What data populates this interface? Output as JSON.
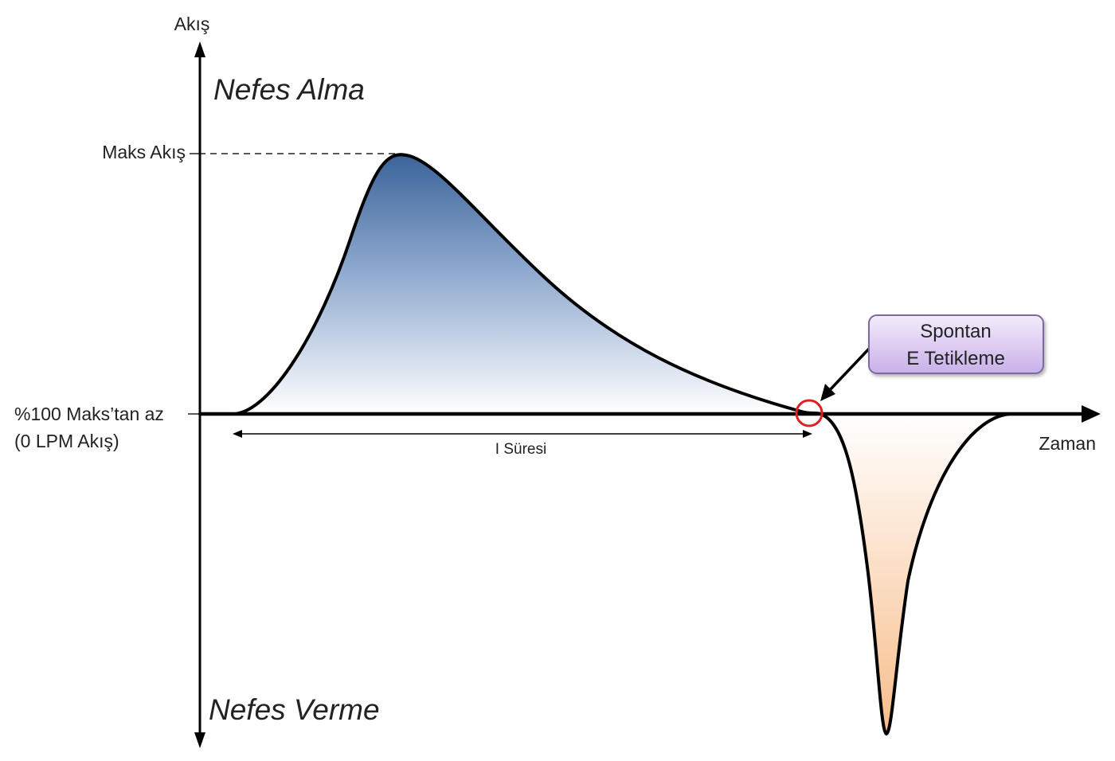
{
  "y_axis_label": "Akış",
  "x_axis_label": "Zaman",
  "inhale_label": "Nefes Alma",
  "exhale_label": "Nefes Verme",
  "peak_flow_label": "Maks Akış",
  "baseline_label_line1": "%100 Maks’tan az",
  "baseline_label_line2": "(0 LPM Akış)",
  "duration_label": "I Süresi",
  "callout": {
    "line1": "Spontan",
    "line2": "E Tetikleme"
  },
  "colors": {
    "curve": "#000000",
    "inhale_fill_top": "#3b6499",
    "inhale_fill_bottom": "#ffffff",
    "exhale_fill_top": "#ffffff",
    "exhale_fill_bottom": "#f7c08e",
    "trigger_marker": "#e02020",
    "callout_fill_top": "#f1e8fb",
    "callout_fill_bottom": "#c9b2ea",
    "callout_border": "#7d6a9c"
  }
}
